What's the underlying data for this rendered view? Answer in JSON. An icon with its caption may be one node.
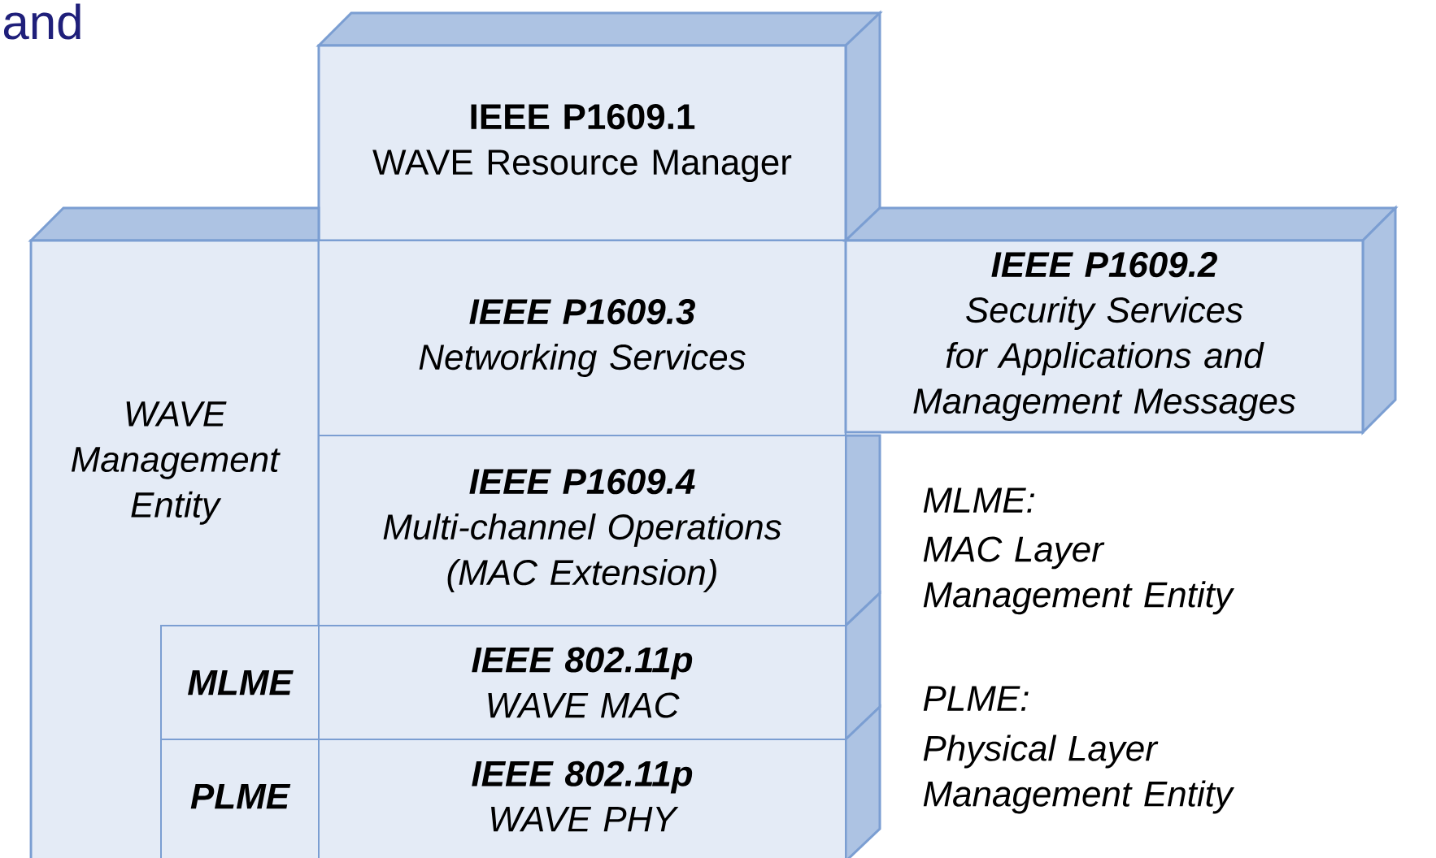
{
  "diagram": {
    "title": "and",
    "nodes": [
      {
        "text": [
          "IEEE P1609.1",
          "WAVE Resource Manager"
        ]
      },
      {
        "text": [
          "WAVE Management Entity"
        ]
      },
      {
        "text": [
          "IEEE P1609.3",
          "Networking Services"
        ]
      },
      {
        "text": [
          "IEEE P1609.2",
          "Security Services for Applications and Management Messages"
        ]
      },
      {
        "text": [
          "IEEE P1609.4",
          "Multi-channel Operations (MAC Extension)"
        ]
      },
      {
        "text": [
          "MLME"
        ],
        "in": 1
      },
      {
        "text": [
          "IEEE 802.11p",
          "WAVE MAC"
        ]
      },
      {
        "text": [
          "PLME"
        ],
        "in": 1
      },
      {
        "text": [
          "IEEE 802.11p",
          "WAVE PHY"
        ]
      }
    ],
    "labels": [
      "MLME:",
      "MAC Layer Management Entity",
      "PLME:",
      "Physical Layer Management Entity"
    ]
  }
}
